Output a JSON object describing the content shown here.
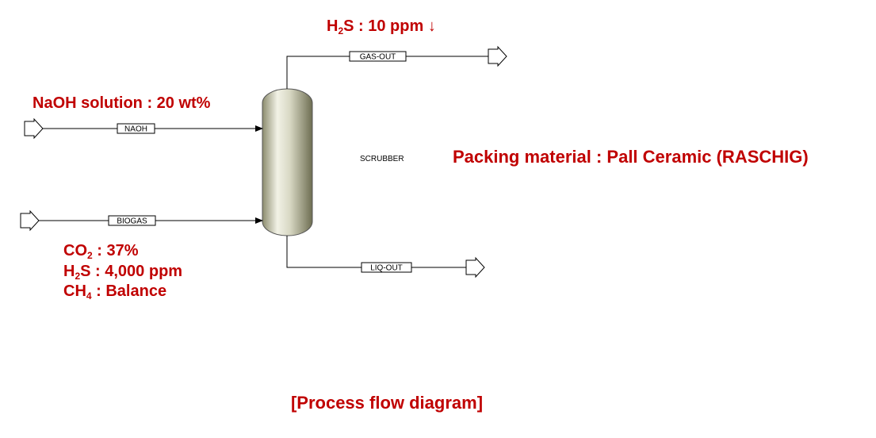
{
  "diagram": {
    "title": "[Process flow diagram]",
    "unit": {
      "label": "SCRUBBER"
    },
    "streams": {
      "naoh": "NAOH",
      "biogas": "BIOGAS",
      "gas_out": "GAS-OUT",
      "liq_out": "LIQ-OUT"
    },
    "annotations": {
      "naoh_solution": "NaOH solution : 20 wt%",
      "packing": "Packing material : Pall Ceramic (RASCHIG)",
      "h2s_out_prefix": "H",
      "h2s_out_sub": "2",
      "h2s_out_rest": "S : 10 ppm ↓",
      "co2_prefix": "CO",
      "co2_sub": "2",
      "co2_rest": " : 37%",
      "h2s_in_prefix": "H",
      "h2s_in_sub": "2",
      "h2s_in_rest": "S : 4,000 ppm",
      "ch4_prefix": "CH",
      "ch4_sub": "4",
      "ch4_rest": " : Balance"
    }
  },
  "colors": {
    "annotation_red": "#c00000",
    "vessel_light": "#f2f2e6",
    "vessel_dark": "#8c8c6e"
  }
}
